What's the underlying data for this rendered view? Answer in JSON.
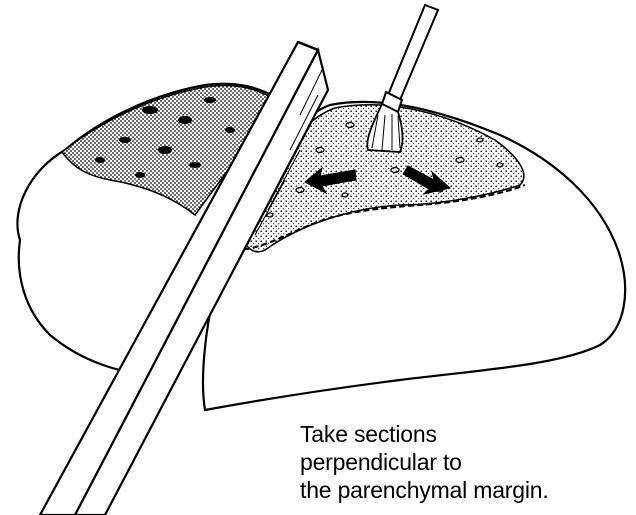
{
  "caption": {
    "line1": "Take sections",
    "line2": "perpendicular to",
    "line3": "the parenchymal margin."
  },
  "colors": {
    "ink": "#000000",
    "paper": "#ffffff"
  }
}
